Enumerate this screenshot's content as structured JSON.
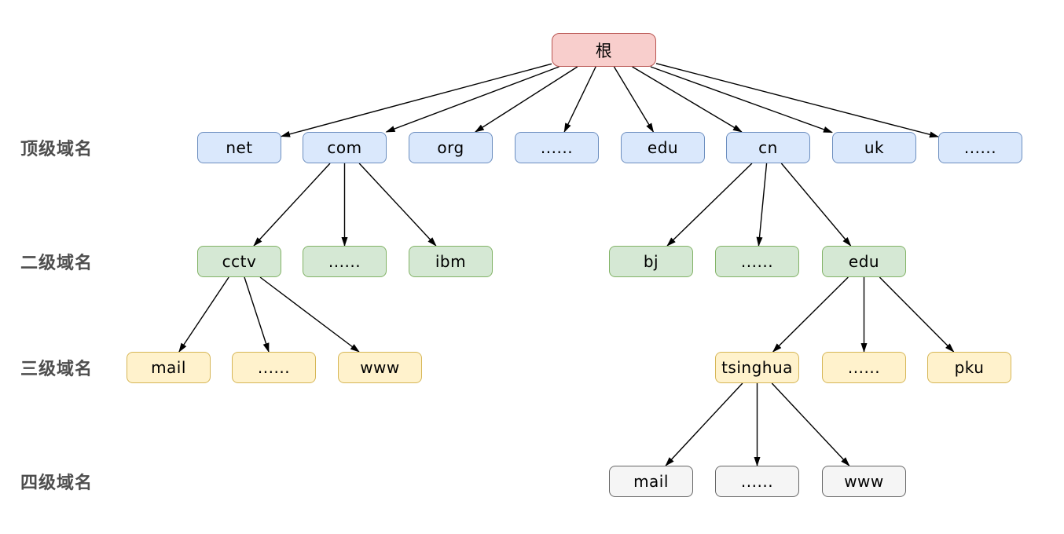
{
  "row_labels": {
    "top": "顶级域名",
    "second": "二级域名",
    "third": "三级域名",
    "fourth": "四级域名"
  },
  "nodes": {
    "root": "根",
    "net": "net",
    "com": "com",
    "org": "org",
    "tld_dots_1": "......",
    "edu_tld": "edu",
    "cn": "cn",
    "uk": "uk",
    "tld_dots_2": "......",
    "cctv": "cctv",
    "sld_dots_1": "......",
    "ibm": "ibm",
    "bj": "bj",
    "sld_dots_2": "......",
    "edu_cn": "edu",
    "mail_cctv": "mail",
    "third_dots_1": "......",
    "www_cctv": "www",
    "tsinghua": "tsinghua",
    "third_dots_2": "......",
    "pku": "pku",
    "mail_tsinghua": "mail",
    "fourth_dots": "......",
    "www_tsinghua": "www"
  },
  "edges": [
    [
      "root",
      "net"
    ],
    [
      "root",
      "com"
    ],
    [
      "root",
      "org"
    ],
    [
      "root",
      "tld_dots_1"
    ],
    [
      "root",
      "edu_tld"
    ],
    [
      "root",
      "cn"
    ],
    [
      "root",
      "uk"
    ],
    [
      "root",
      "tld_dots_2"
    ],
    [
      "com",
      "cctv"
    ],
    [
      "com",
      "sld_dots_1"
    ],
    [
      "com",
      "ibm"
    ],
    [
      "cn",
      "bj"
    ],
    [
      "cn",
      "sld_dots_2"
    ],
    [
      "cn",
      "edu_cn"
    ],
    [
      "cctv",
      "mail_cctv"
    ],
    [
      "cctv",
      "third_dots_1"
    ],
    [
      "cctv",
      "www_cctv"
    ],
    [
      "edu_cn",
      "tsinghua"
    ],
    [
      "edu_cn",
      "third_dots_2"
    ],
    [
      "edu_cn",
      "pku"
    ],
    [
      "tsinghua",
      "mail_tsinghua"
    ],
    [
      "tsinghua",
      "fourth_dots"
    ],
    [
      "tsinghua",
      "www_tsinghua"
    ]
  ],
  "colors": {
    "root_fill": "#f8cecc",
    "root_border": "#b85450",
    "top_level_fill": "#dae8fc",
    "top_level_border": "#6c8ebf",
    "second_level_fill": "#d5e8d4",
    "second_level_border": "#82b366",
    "third_level_fill": "#fff2cc",
    "third_level_border": "#d6b656",
    "fourth_level_fill": "#f5f5f5",
    "fourth_level_border": "#666666",
    "arrow": "#000000",
    "row_label_text": "#4d4d4d"
  }
}
